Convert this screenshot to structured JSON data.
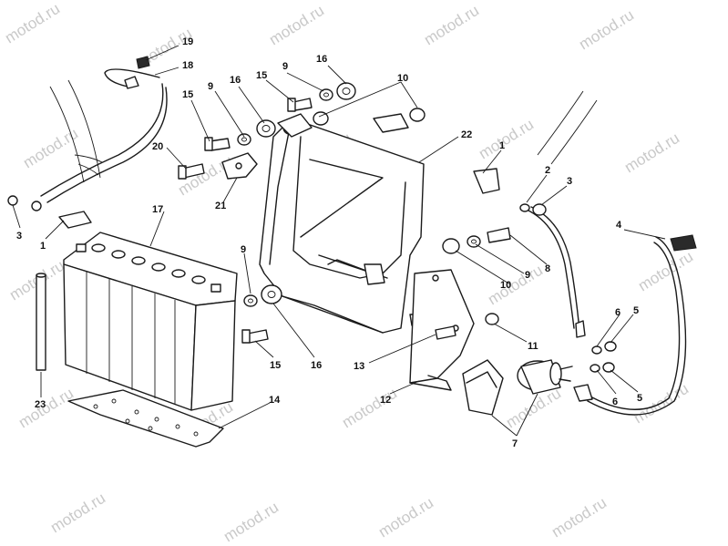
{
  "watermark": "motod.ru",
  "colors": {
    "line": "#1a1a1a",
    "watermark": "#c9c9c9",
    "background": "#ffffff"
  },
  "callouts": [
    {
      "id": "c19",
      "label": "19"
    },
    {
      "id": "c18",
      "label": "18"
    },
    {
      "id": "c16a",
      "label": "16"
    },
    {
      "id": "c9a",
      "label": "9"
    },
    {
      "id": "c15a",
      "label": "15"
    },
    {
      "id": "c10a",
      "label": "10"
    },
    {
      "id": "c15b",
      "label": "15"
    },
    {
      "id": "c9b",
      "label": "9"
    },
    {
      "id": "c16b",
      "label": "16"
    },
    {
      "id": "c22",
      "label": "22"
    },
    {
      "id": "c20",
      "label": "20"
    },
    {
      "id": "c21",
      "label": "21"
    },
    {
      "id": "c1a",
      "label": "1"
    },
    {
      "id": "c2",
      "label": "2"
    },
    {
      "id": "c3a",
      "label": "3"
    },
    {
      "id": "c3b",
      "label": "3"
    },
    {
      "id": "c1b",
      "label": "1"
    },
    {
      "id": "c17",
      "label": "17"
    },
    {
      "id": "c4",
      "label": "4"
    },
    {
      "id": "c9c",
      "label": "9"
    },
    {
      "id": "c10b",
      "label": "10"
    },
    {
      "id": "c9d",
      "label": "9"
    },
    {
      "id": "c8",
      "label": "8"
    },
    {
      "id": "c6a",
      "label": "6"
    },
    {
      "id": "c5a",
      "label": "5"
    },
    {
      "id": "c11",
      "label": "11"
    },
    {
      "id": "c13",
      "label": "13"
    },
    {
      "id": "c15c",
      "label": "15"
    },
    {
      "id": "c16c",
      "label": "16"
    },
    {
      "id": "c23",
      "label": "23"
    },
    {
      "id": "c14",
      "label": "14"
    },
    {
      "id": "c12",
      "label": "12"
    },
    {
      "id": "c6b",
      "label": "6"
    },
    {
      "id": "c5b",
      "label": "5"
    },
    {
      "id": "c7",
      "label": "7"
    }
  ]
}
